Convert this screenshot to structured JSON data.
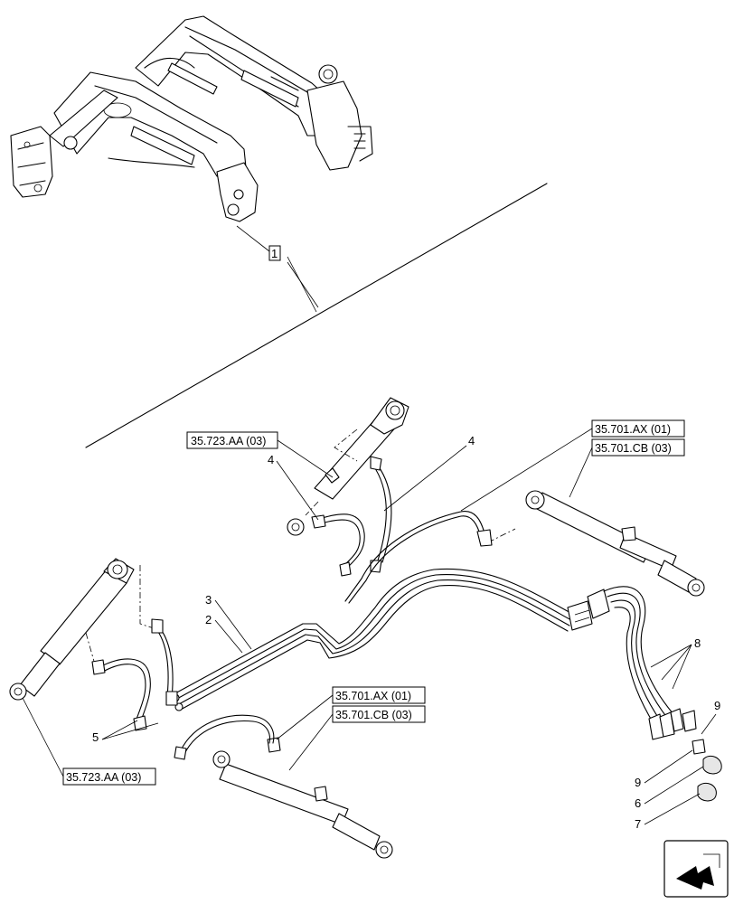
{
  "refs": {
    "loader_item": "1",
    "cyl_top_left": "35.723.AA (03)",
    "cyl_top_right_a": "35.701.AX (01)",
    "cyl_top_right_b": "35.701.CB (03)",
    "cyl_bottom_mid_a": "35.701.AX (01)",
    "cyl_bottom_mid_b": "35.701.CB (03)",
    "cyl_bottom_left": "35.723.AA (03)"
  },
  "callouts": {
    "hose_2": "2",
    "hose_3": "3",
    "hose_4_left": "4",
    "hose_4_right": "4",
    "hose_5": "5",
    "hose_bundle_8": "8",
    "fitting_9_top": "9",
    "fitting_9_bottom": "9",
    "cap_6": "6",
    "cap_7": "7"
  },
  "icons": {
    "nav": "next-page-arrow-icon"
  }
}
